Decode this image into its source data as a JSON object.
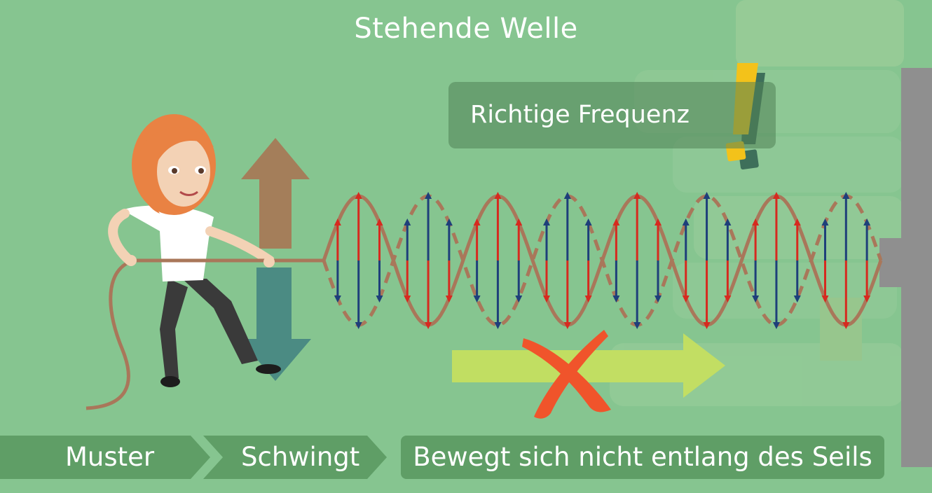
{
  "title": "Stehende Welle",
  "callout": {
    "label": "Richtige Frequenz",
    "icon": "exclamation-icon"
  },
  "steps": [
    {
      "label": "Muster"
    },
    {
      "label": "Schwingt"
    }
  ],
  "statement": "Bewegt sich nicht entlang des Seils",
  "colors": {
    "background": "#86c590",
    "rope": "#a9775a",
    "arrow_red": "#d62a1f",
    "arrow_blue": "#1e3f7a",
    "cross": "#f0542b",
    "flow_arrow": "#c8e05d",
    "exclamation": "#f3c21a"
  },
  "icons": [
    "woman-pulling-rope",
    "up-arrow-icon",
    "down-arrow-icon",
    "cross-icon",
    "right-arrow-icon",
    "wall-icon"
  ]
}
